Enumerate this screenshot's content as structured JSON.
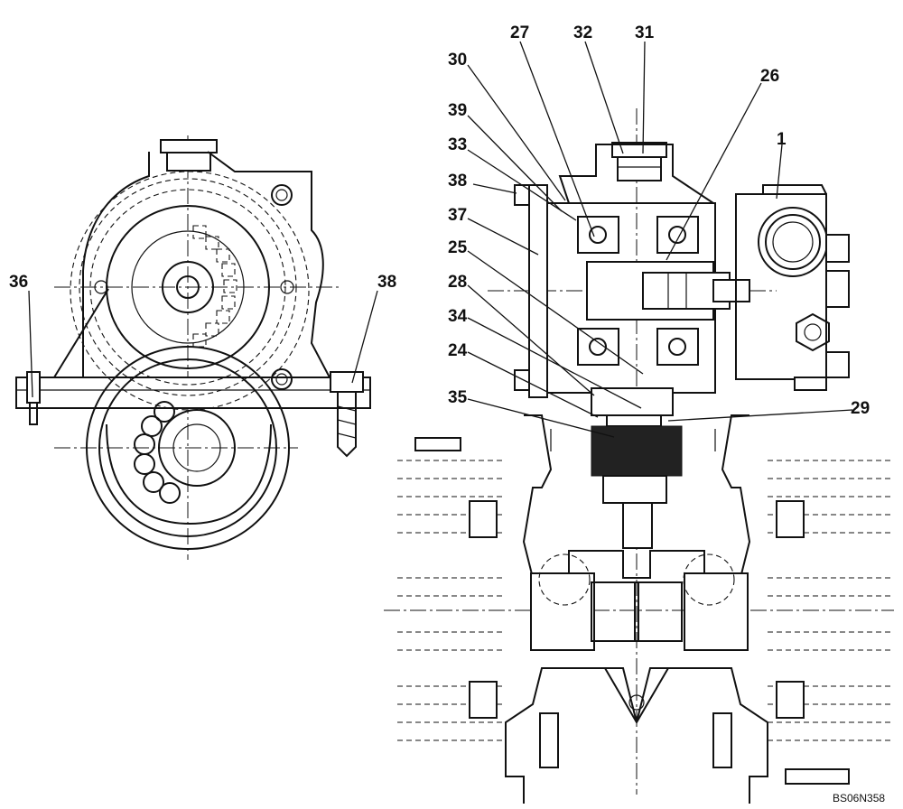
{
  "drawing_code": "BS06N358",
  "callouts": [
    {
      "id": "36",
      "label": "36"
    },
    {
      "id": "38-left",
      "label": "38"
    },
    {
      "id": "27",
      "label": "27"
    },
    {
      "id": "32",
      "label": "32"
    },
    {
      "id": "31",
      "label": "31"
    },
    {
      "id": "30",
      "label": "30"
    },
    {
      "id": "26",
      "label": "26"
    },
    {
      "id": "39",
      "label": "39"
    },
    {
      "id": "1",
      "label": "1"
    },
    {
      "id": "33",
      "label": "33"
    },
    {
      "id": "38",
      "label": "38"
    },
    {
      "id": "37",
      "label": "37"
    },
    {
      "id": "25",
      "label": "25"
    },
    {
      "id": "28",
      "label": "28"
    },
    {
      "id": "34",
      "label": "34"
    },
    {
      "id": "24",
      "label": "24"
    },
    {
      "id": "35",
      "label": "35"
    },
    {
      "id": "29",
      "label": "29"
    }
  ]
}
